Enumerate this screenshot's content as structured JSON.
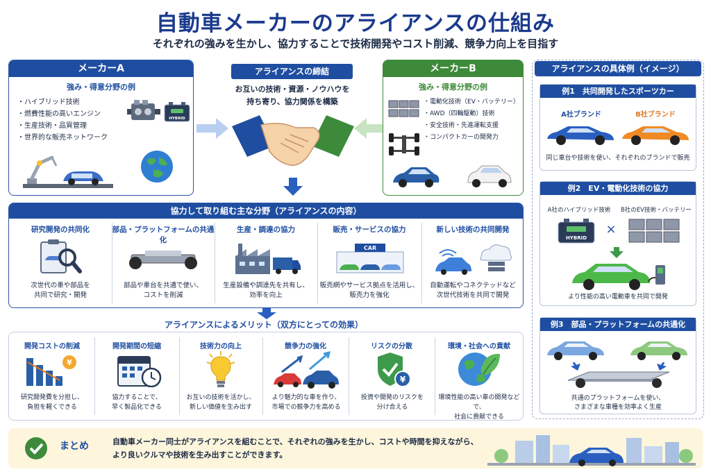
{
  "title": "自動車メーカーのアライアンスの仕組み",
  "subtitle": "それぞれの強みを生かし、協力することで技術開発やコスト削減、競争力向上を目指す",
  "maker_a": {
    "header": "メーカーA",
    "strengths_title": "強み・得意分野の例",
    "items": [
      "ハイブリッド技術",
      "燃費性能の高いエンジン",
      "生産技術・品質管理",
      "世界的な販売ネットワーク"
    ],
    "badge": "HYBRID"
  },
  "maker_b": {
    "header": "メーカーB",
    "strengths_title": "強み・得意分野の例",
    "items": [
      "電動化技術（EV・バッテリー）",
      "AWD（四輪駆動）技術",
      "安全技術・先進運転支援",
      "コンパクトカーの開発力"
    ]
  },
  "alliance": {
    "label": "アライアンスの締結",
    "desc_line1": "お互いの技術・資源・ノウハウを",
    "desc_line2": "持ち寄り、協力関係を構築"
  },
  "cooperation": {
    "header": "協力して取り組む主な分野（アライアンスの内容）",
    "items": [
      {
        "title": "研究開発の共同化",
        "line1": "次世代の車や部品を",
        "line2": "共同で研究・開発"
      },
      {
        "title": "部品・プラットフォームの共通化",
        "line1": "部品や車台を共通で使い、",
        "line2": "コストを削減"
      },
      {
        "title": "生産・調達の協力",
        "line1": "生産設備や調達先を共有し、",
        "line2": "効率を向上"
      },
      {
        "title": "販売・サービスの協力",
        "line1": "販売網やサービス拠点を活用し、",
        "line2": "販売力を強化"
      },
      {
        "title": "新しい技術の共同開発",
        "line1": "自動運転やコネクテッドなど",
        "line2": "次世代技術を共同で開発"
      }
    ],
    "car_sign": "CAR"
  },
  "merits": {
    "header": "アライアンスによるメリット（双方にとっての効果）",
    "items": [
      {
        "title": "開発コストの削減",
        "line1": "研究開発費を分担し、",
        "line2": "負担を軽くできる"
      },
      {
        "title": "開発期間の短縮",
        "line1": "協力することで、",
        "line2": "早く製品化できる"
      },
      {
        "title": "技術力の向上",
        "line1": "お互いの技術を活かし、",
        "line2": "新しい価値を生み出す"
      },
      {
        "title": "競争力の強化",
        "line1": "より魅力的な車を作り、",
        "line2": "市場での競争力を高める"
      },
      {
        "title": "リスクの分散",
        "line1": "投資や開発のリスクを",
        "line2": "分け合える"
      },
      {
        "title": "環境・社会への貢献",
        "line1": "環境性能の高い車の開発などで、",
        "line2": "社会に貢献できる"
      }
    ],
    "yen": "¥"
  },
  "examples": {
    "header": "アライアンスの具体例（イメージ）",
    "ex1": {
      "title": "例1　共同開発したスポーツカー",
      "brand_a": "A社ブランド",
      "brand_b": "B社ブランド",
      "desc": "同じ車台や技術を使い、それぞれのブランドで販売"
    },
    "ex2": {
      "title": "例2　EV・電動化技術の協力",
      "label_a": "A社のハイブリッド技術",
      "label_b": "B社のEV技術・バッテリー",
      "times": "×",
      "badge": "HYBRID",
      "desc": "より性能の高い電動車を共同で開発"
    },
    "ex3": {
      "title": "例3　部品・プラットフォームの共通化",
      "line1": "共通のプラットフォームを使い、",
      "line2": "さまざまな車種を効率よく生産"
    }
  },
  "summary": {
    "label": "まとめ",
    "line1": "自動車メーカー同士がアライアンスを組むことで、それぞれの強みを生かし、コストや時間を抑えながら、",
    "line2": "より良いクルマや技術を生み出すことができます。"
  },
  "colors": {
    "primary": "#1f4ea1",
    "green": "#3d8a3a",
    "summary_bg": "#fdf5dc"
  }
}
